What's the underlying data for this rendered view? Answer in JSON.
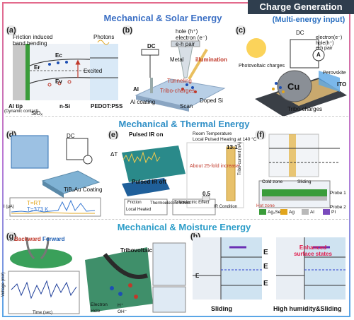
{
  "header": {
    "badge": "Charge Generation",
    "subtitle": "(Multi-energy input)"
  },
  "sections": {
    "solar": "Mechanical & Solar Energy",
    "thermal": "Mechanical & Thermal Energy",
    "moisture": "Mechanical & Moisture Energy"
  },
  "panels": {
    "a": {
      "label": "(a)",
      "friction": "Friction induced",
      "bending": "band bending",
      "photons": "Photons",
      "ec": "Eᴄ",
      "ef": "Eғ",
      "ev": "Eᴠ",
      "excited": "Excited",
      "al_tip": "Al tip",
      "contact": "(Dynamic contact)",
      "nsi": "n-Si",
      "pedot": "PEDOT:PSS",
      "siox": "SiOₓ"
    },
    "b": {
      "label": "(b)",
      "hole": "hole (h⁺)",
      "electron": "electron (e⁻)",
      "pair": "e-h pair",
      "dc": "DC",
      "illumination": "illumination",
      "metal": "Metal",
      "tunneling": "Tunneling",
      "tribo": "Tribo-charges",
      "al": "Al",
      "coating": "Al coating",
      "scan": "Scan",
      "doped": "Doped Si"
    },
    "c": {
      "label": "(c)",
      "dc": "DC",
      "a": "A",
      "electron": "electron(e⁻)",
      "hole": "hole(h⁺)",
      "pair": "e-h pair",
      "photovoltaic": "Photovoltaic charges",
      "cu": "Cu",
      "perovskite": "Perovskite",
      "ito": "ITO",
      "tribo": "Tribo-charges"
    },
    "d": {
      "label": "(d)",
      "dc": "DC",
      "coating": "TiB₂Au Coating",
      "legend1": "T=RT",
      "legend2": "T=373 K",
      "ylabel": "I (μA)"
    },
    "e": {
      "label": "(e)",
      "ir_on": "Pulsed IR on",
      "ir_off": "Pulsed IR off",
      "delta": "ΔT",
      "room": "Room Temperature",
      "heating": "Local Pulsed Heating at 140 °C",
      "increase": "About 25-fold increase",
      "val_high": "13.1",
      "val_low": "0.5",
      "zlabel": "Tribo-current (nA)",
      "xlabel": "IR Condition",
      "friction": "Friction",
      "local": "Local Heated",
      "thermo": "Thermoelectric Effect",
      "triboeffect": "Triboelectric Effect"
    },
    "f": {
      "label": "(f)",
      "cold": "Cold zone",
      "sliding": "Sliding",
      "hot": "Hot zone",
      "probe1": "Probe 1",
      "probe2": "Probe 2",
      "ag2se": "Ag₂Se",
      "ag": "Ag",
      "al": "Al",
      "pi": "PI"
    },
    "g": {
      "label": "(g)",
      "backward": "Backward",
      "forward": "Forward",
      "tribovoltaic": "Tribovoltaic",
      "electron": "Electron",
      "hplus": "H⁺",
      "hole": "Hole",
      "ohminus": "OH⁻",
      "ylabel": "Voltage (mV)",
      "xlabel": "Time (sec)"
    },
    "h": {
      "label": "(h)",
      "ec": "E",
      "ef": "E",
      "ev": "E",
      "efm": "E",
      "enhanced": "Enhanced surface states",
      "sliding": "Sliding",
      "humidity": "High humidity&Sliding"
    }
  },
  "colors": {
    "badge": "#2f3e4e",
    "solar": "#3b6fc4",
    "thermal": "#2f8fc6",
    "moisture": "#2a9cc8",
    "accent_red": "#e0194a"
  }
}
